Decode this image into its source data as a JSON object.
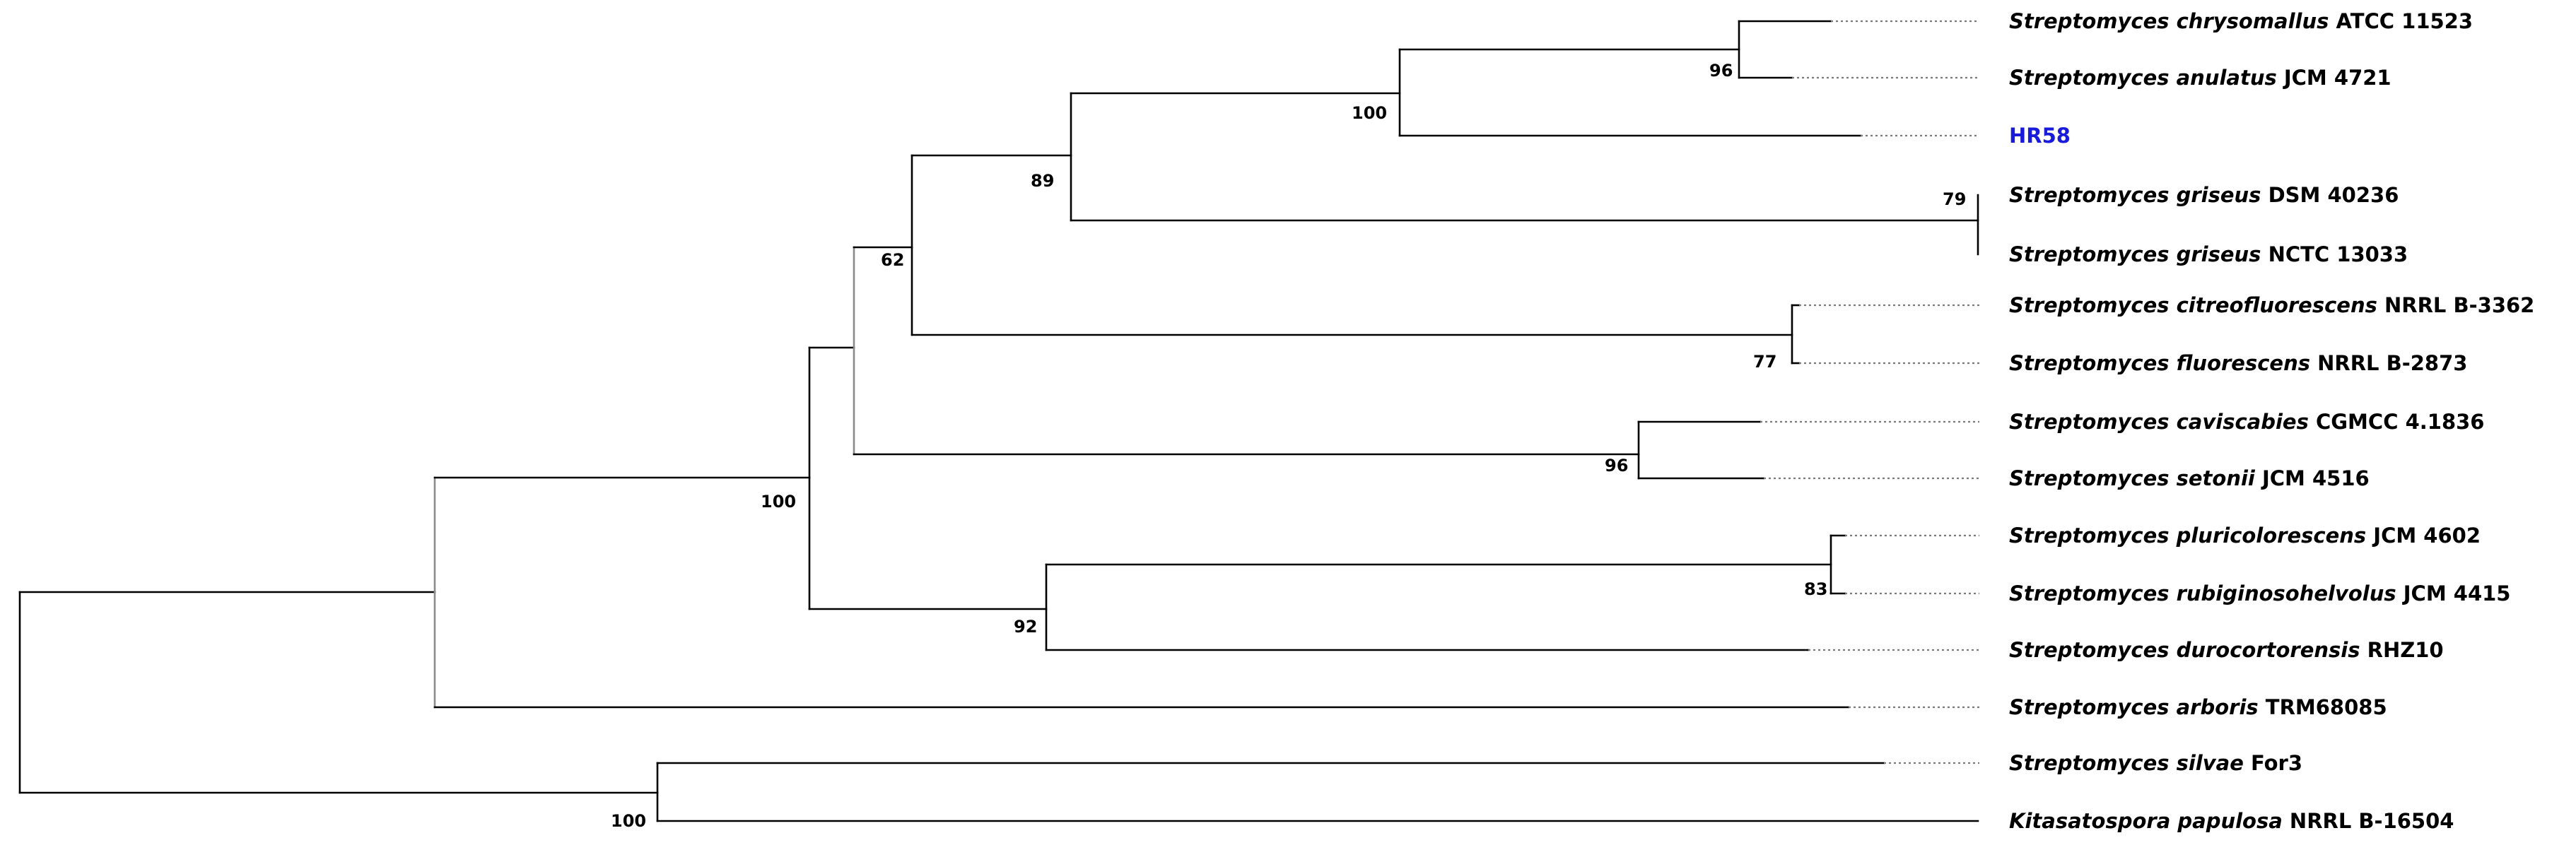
{
  "tree": {
    "taxa": [
      {
        "id": "t1",
        "genus_species": "Streptomyces chrysomallus",
        "strain": "ATCC 11523"
      },
      {
        "id": "t2",
        "genus_species": "Streptomyces anulatus",
        "strain": "JCM 4721"
      },
      {
        "id": "t3",
        "genus_species": "",
        "strain": "HR58",
        "highlight": true
      },
      {
        "id": "t4",
        "genus_species": "Streptomyces griseus",
        "strain": "DSM 40236"
      },
      {
        "id": "t5",
        "genus_species": "Streptomyces griseus",
        "strain": "NCTC 13033"
      },
      {
        "id": "t6",
        "genus_species": "Streptomyces citreofluorescens",
        "strain": "NRRL B-3362"
      },
      {
        "id": "t7",
        "genus_species": "Streptomyces fluorescens",
        "strain": "NRRL B-2873"
      },
      {
        "id": "t8",
        "genus_species": "Streptomyces caviscabies",
        "strain": "CGMCC 4.1836"
      },
      {
        "id": "t9",
        "genus_species": "Streptomyces setonii",
        "strain": "JCM 4516"
      },
      {
        "id": "t10",
        "genus_species": "Streptomyces pluricolorescens",
        "strain": "JCM 4602"
      },
      {
        "id": "t11",
        "genus_species": "Streptomyces rubiginosohelvolus",
        "strain": "JCM 4415"
      },
      {
        "id": "t12",
        "genus_species": "Streptomyces durocortorensis",
        "strain": "RHZ10"
      },
      {
        "id": "t13",
        "genus_species": "Streptomyces arboris",
        "strain": "TRM68085"
      },
      {
        "id": "t14",
        "genus_species": "Streptomyces silvae",
        "strain": "For3"
      },
      {
        "id": "t15",
        "genus_species": "Kitasatospora papulosa",
        "strain": "NRRL B-16504"
      }
    ],
    "bootstrap": [
      {
        "node": "n_chry_anu",
        "value": "96"
      },
      {
        "node": "n_chry_anu_hr58",
        "value": "100"
      },
      {
        "node": "n_griseus",
        "value": "79"
      },
      {
        "node": "n_clade_a",
        "value": "89"
      },
      {
        "node": "n_citreo_fluor",
        "value": "77"
      },
      {
        "node": "n_clade_b",
        "value": "62"
      },
      {
        "node": "n_cavis_seton",
        "value": "96"
      },
      {
        "node": "n_pluri_rubig",
        "value": "83"
      },
      {
        "node": "n_clade_d",
        "value": "92"
      },
      {
        "node": "n_clade_e",
        "value": "100"
      },
      {
        "node": "n_silvae_kita",
        "value": "100"
      }
    ],
    "colors": {
      "branch": "#000000",
      "branch_gray": "#8a8a8a",
      "highlight_taxon": "#1a1adb"
    }
  }
}
